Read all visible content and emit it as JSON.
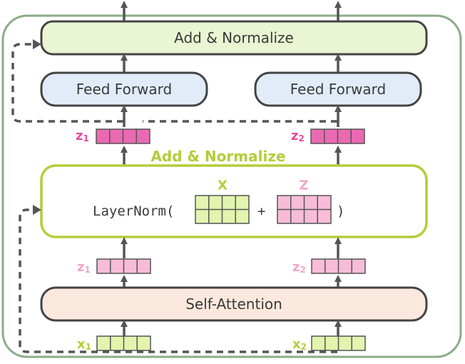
{
  "colors": {
    "outer_border": "#8aad87",
    "add_norm_fill": "#eaf5d3",
    "feed_forward_fill": "#e2ecf9",
    "self_attention_fill": "#fbe9dd",
    "layernorm_border": "#b5cc3a",
    "x_cell_fill": "#e3f4ae",
    "z_light_cell_fill": "#f8bcd9",
    "z_dark_cell_fill": "#ea69b2",
    "x_label_color": "#b5cc3a",
    "z_light_label_color": "#f0a6c9",
    "z_dark_label_color": "#e04b9e",
    "arrow_color": "#555555"
  },
  "blocks": {
    "add_normalize_top": "Add & Normalize",
    "feed_forward_left": "Feed Forward",
    "feed_forward_right": "Feed Forward",
    "add_normalize_middle": "Add & Normalize",
    "layernorm_prefix": "LayerNorm(",
    "layernorm_plus": "+",
    "layernorm_suffix": ")",
    "layernorm_x_label": "X",
    "layernorm_z_label": "Z",
    "self_attention": "Self-Attention"
  },
  "vectors": {
    "x1": {
      "base": "x",
      "sub": "1"
    },
    "x2": {
      "base": "x",
      "sub": "2"
    },
    "z1_light": {
      "base": "z",
      "sub": "1"
    },
    "z2_light": {
      "base": "z",
      "sub": "2"
    },
    "z1_dark": {
      "base": "z",
      "sub": "1"
    },
    "z2_dark": {
      "base": "z",
      "sub": "2"
    }
  },
  "icons": {
    "arrow": "up-arrow-icon",
    "residual": "dashed-residual-arrow-icon"
  }
}
